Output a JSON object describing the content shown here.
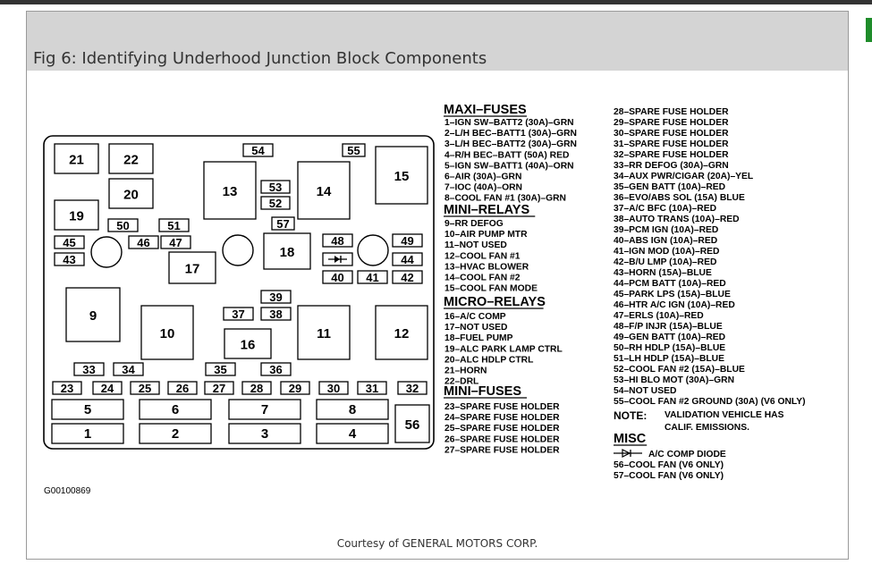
{
  "figure": {
    "title": "Fig 6: Identifying Underhood Junction Block Components",
    "code": "G00100869",
    "credit": "Courtesy of GENERAL MOTORS CORP."
  },
  "block": {
    "large": [
      "21",
      "22",
      "20",
      "19",
      "13",
      "14",
      "15",
      "18",
      "17",
      "9",
      "10",
      "11",
      "12",
      "16",
      "56"
    ],
    "small": [
      "54",
      "55",
      "53",
      "52",
      "50",
      "51",
      "57",
      "45",
      "46",
      "47",
      "43",
      "48",
      "49",
      "44",
      "40",
      "41",
      "42",
      "39",
      "37",
      "38",
      "33",
      "34",
      "35",
      "36",
      "23",
      "24",
      "25",
      "26",
      "27",
      "28",
      "29",
      "30",
      "31",
      "32"
    ],
    "maxi_row": [
      "5",
      "6",
      "7",
      "8",
      "1",
      "2",
      "3",
      "4"
    ],
    "diode_symbol": "A/C COMP DIODE"
  },
  "legend": {
    "maxi_heading": "MAXI–FUSES",
    "maxi": [
      "1–IGN SW–BATT2 (30A)–GRN",
      "2–L/H BEC–BATT1 (30A)–GRN",
      "3–L/H BEC–BATT2 (30A)–GRN",
      "4–R/H BEC–BATT (50A) RED",
      "5–IGN SW–BATT1 (40A)–ORN",
      "6–AIR (30A)–GRN",
      "7–IOC (40A)–ORN",
      "8–COOL FAN #1 (30A)–GRN"
    ],
    "mini_relays_heading": "MINI–RELAYS",
    "mini_relays": [
      "9–RR DEFOG",
      "10–AIR PUMP MTR",
      "11–NOT USED",
      "12–COOL FAN #1",
      "13–HVAC BLOWER",
      "14–COOL FAN #2",
      "15–COOL FAN MODE"
    ],
    "micro_relays_heading": "MICRO–RELAYS",
    "micro_relays": [
      "16–A/C COMP",
      "17–NOT USED",
      "18–FUEL PUMP",
      "19–ALC PARK LAMP CTRL",
      "20–ALC HDLP CTRL",
      "21–HORN",
      "22–DRL"
    ],
    "mini_fuses_heading": "MINI–FUSES",
    "mini_fuses_a": [
      "23–SPARE FUSE HOLDER",
      "24–SPARE FUSE HOLDER",
      "25–SPARE FUSE HOLDER",
      "26–SPARE FUSE HOLDER",
      "27–SPARE FUSE HOLDER"
    ],
    "mini_fuses_b": [
      "28–SPARE FUSE HOLDER",
      "29–SPARE FUSE HOLDER",
      "30–SPARE FUSE HOLDER",
      "31–SPARE FUSE HOLDER",
      "32–SPARE FUSE HOLDER",
      "33–RR DEFOG (30A)–GRN",
      "34–AUX PWR/CIGAR (20A)–YEL",
      "35–GEN BATT (10A)–RED",
      "36–EVO/ABS SOL (15A) BLUE",
      "37–A/C BFC (10A)–RED",
      "38–AUTO TRANS (10A)–RED",
      "39–PCM IGN (10A)–RED",
      "40–ABS IGN (10A)–RED",
      "41–IGN MOD (10A)–RED",
      "42–B/U LMP (10A)–RED",
      "43–HORN (15A)–BLUE",
      "44–PCM BATT (10A)–RED",
      "45–PARK LPS (15A)–BLUE",
      "46–HTR A/C IGN (10A)–RED",
      "47–ERLS (10A)–RED",
      "48–F/P INJR (15A)–BLUE",
      "49–GEN BATT (10A)–RED",
      "50–RH HDLP (15A)–BLUE",
      "51–LH HDLP (15A)–BLUE",
      "52–COOL FAN #2 (15A)–BLUE",
      "53–HI BLO MOT (30A)–GRN",
      "54–NOT USED",
      "55–COOL FAN #2 GROUND (30A) (V6 ONLY)"
    ],
    "note_label": "NOTE:",
    "note_lines": [
      "VALIDATION VEHICLE HAS",
      "CALIF. EMISSIONS."
    ],
    "misc_heading": "MISC",
    "misc_diode": "A/C COMP DIODE",
    "misc": [
      "56–COOL FAN (V6 ONLY)",
      "57–COOL FAN (V6 ONLY)"
    ]
  }
}
